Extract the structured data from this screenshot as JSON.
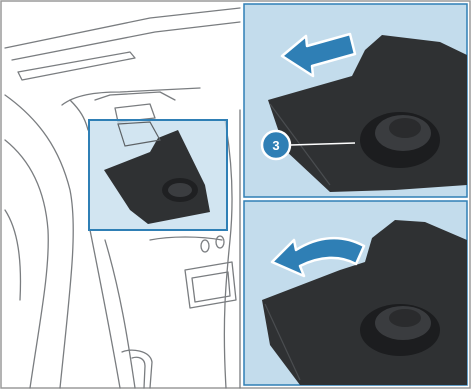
{
  "figure": {
    "panels": [
      {
        "id": "overview",
        "description_icon": "center-console-overview"
      },
      {
        "id": "slide-out",
        "arrow": "straight-arrow-icon"
      },
      {
        "id": "tilt-out",
        "arrow": "curved-arrow-icon"
      }
    ],
    "callouts": [
      {
        "label": "3"
      }
    ],
    "colors": {
      "accent_blue": "#2f7fb5",
      "panel_blue": "#c3dcec",
      "insert_dark": "#2f3133",
      "line_gray": "#7a7d80",
      "outer_border": "#9a9a9a"
    }
  }
}
